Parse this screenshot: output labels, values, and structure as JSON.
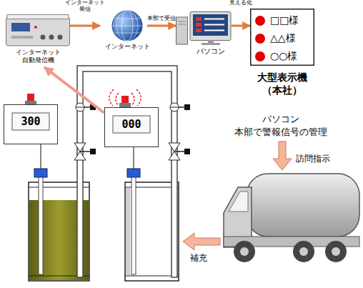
{
  "diagram": {
    "nodes": [
      {
        "text": [
          "インターネット 自動発信機"
        ]
      },
      {
        "text": [
          "インターネット"
        ]
      },
      {
        "text": [
          "パソコン"
        ]
      },
      {
        "text": [
          "□□様",
          "△△様",
          "○○様",
          "大型表示機 （本社）"
        ]
      },
      {
        "text": [
          "300"
        ]
      },
      {
        "text": [
          "000"
        ]
      },
      {
        "text": [
          "パソコン 本部で警報信号の管理"
        ]
      }
    ],
    "edges": [
      {
        "from": 0,
        "to": 1,
        "arrow": "to",
        "label": "インターネット 発信"
      },
      {
        "from": 1,
        "to": 2,
        "arrow": "to",
        "label": "本部で受信"
      },
      {
        "from": 2,
        "to": 3,
        "arrow": "to",
        "label": "見える化"
      },
      {
        "from": 5,
        "to": 0,
        "arrow": "to"
      }
    ],
    "labels": [
      "訪問指示",
      "補充"
    ]
  }
}
